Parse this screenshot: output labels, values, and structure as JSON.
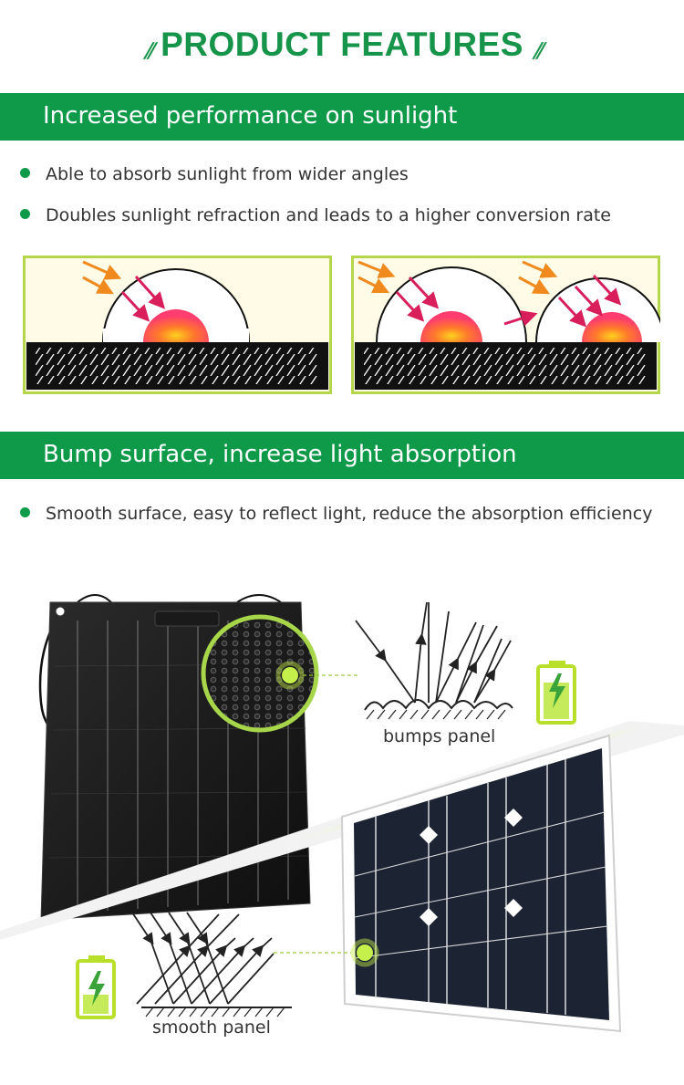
{
  "header": {
    "title": "PRODUCT FEATURES",
    "left_decor": "⫽",
    "right_decor": "⫽"
  },
  "section1": {
    "heading": "Increased performance on sunlight",
    "bullets": [
      "Able to absorb sunlight from wider angles",
      "Doubles sunlight refraction and leads to a higher conversion rate"
    ]
  },
  "section2": {
    "heading": "Bump surface, increase light absorption",
    "bullets": [
      "Smooth surface, easy to reflect light, reduce the absorption efficiency"
    ],
    "bumps_label": "bumps panel",
    "smooth_label": "smooth panel"
  },
  "colors": {
    "brand_green": "#0f9a4a",
    "lime": "#a8d64a",
    "arrow_orange": "#f08a1e",
    "arrow_red": "#d81e5b"
  },
  "icons": [
    "battery-icon",
    "lightning-icon"
  ]
}
